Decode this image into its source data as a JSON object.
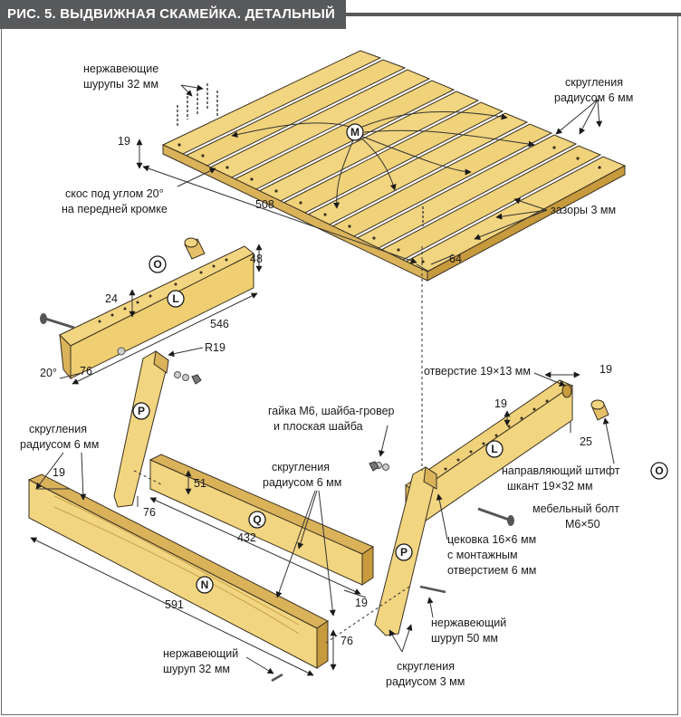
{
  "title": "РИС. 5. ВЫДВИЖНАЯ СКАМЕЙКА. ДЕТАЛЬНЫЙ ВИД",
  "labels": {
    "screws32_l1": "нержавеющие",
    "screws32_l2": "шурупы 32 мм",
    "round6_top_l1": "скругления",
    "round6_top_l2": "радиусом 6 мм",
    "bevel_l1": "скос под углом 20°",
    "bevel_l2": "на передней кромке",
    "gaps": "зазоры 3 мм",
    "hole": "отверстие 19×13 мм",
    "nut_l1": "гайка М6, шайба-гровер",
    "nut_l2": "и плоская шайба",
    "round6_left_l1": "скругления",
    "round6_left_l2": "радиусом 6 мм",
    "round6_mid_l1": "скругления",
    "round6_mid_l2": "радиусом 6 мм",
    "dowel_l1": "направляющий штифт",
    "dowel_l2": "шкант 19×32 мм",
    "bolt_l1": "мебельный болт",
    "bolt_l2": "М6×50",
    "tnut_l1": "цековка 16×6 мм",
    "tnut_l2": "с монтажным",
    "tnut_l3": "отверстием 6 мм",
    "screw50_l1": "нержавеющий",
    "screw50_l2": "шуруп 50 мм",
    "screw32b_l1": "нержавеющий",
    "screw32b_l2": "шуруп 32 мм",
    "round3_l1": "скругления",
    "round3_l2": "радиусом 3 мм"
  },
  "dims": {
    "d19_top": "19",
    "d508": "508",
    "d64": "64",
    "d48": "48",
    "d24": "24",
    "d546": "546",
    "d20deg": "20°",
    "d76_l": "76",
    "dR19": "R19",
    "d19_right_top": "19",
    "d19_right": "19",
    "d25": "25",
    "d19_left": "19",
    "d51": "51",
    "d76_p": "76",
    "d432": "432",
    "d19_q": "19",
    "d591": "591",
    "d76_n": "76"
  },
  "parts": {
    "M": "M",
    "O_left": "O",
    "O_right": "O",
    "L_left": "L",
    "L_right": "L",
    "P_left": "P",
    "P_right": "P",
    "Q": "Q",
    "N": "N"
  },
  "colors": {
    "wood": "#f2d580",
    "wood_dark": "#d9b25a",
    "wood_edge": "#c79a3e",
    "outline": "#3a3020",
    "title_bg": "#58595b"
  }
}
